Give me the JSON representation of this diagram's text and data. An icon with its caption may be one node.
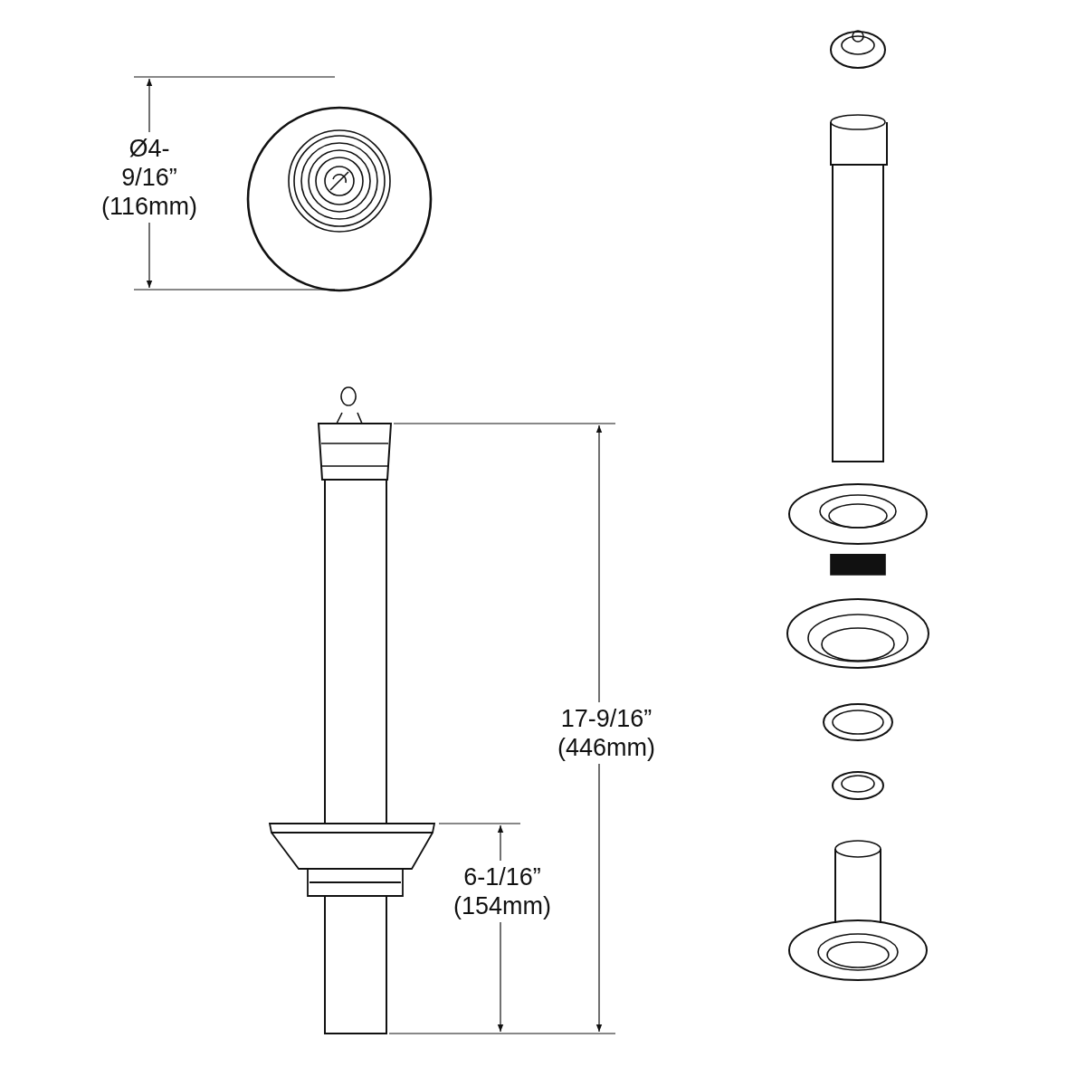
{
  "diagram": {
    "labels": [
      "Ø4-9/16” (116mm)",
      "17-9/16” (446mm)",
      "6-1/16” (154mm)"
    ]
  }
}
